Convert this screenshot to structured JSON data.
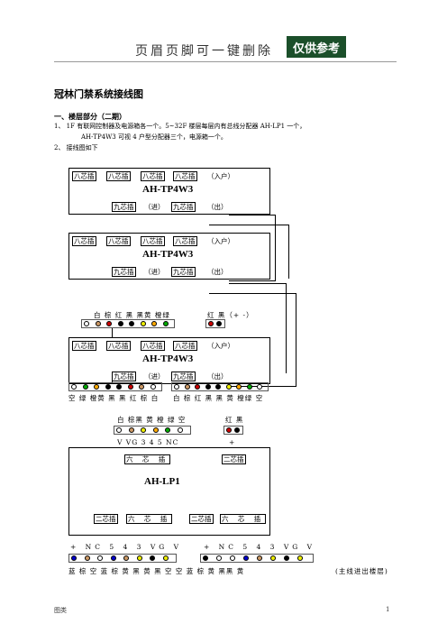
{
  "header": {
    "text": "页眉页脚可一键删除",
    "badge": "仅供参考"
  },
  "doc": {
    "title": "冠林门禁系统接线图",
    "section": "一、楼层部分（二期）",
    "p1a": "1、 1F 有联网控制器及电源箱各一个。5~32F 楼层每层内有总线分配器 AH-LP1 一个，",
    "p1b": "AH-TP4W3 可视 4 户型分配器三个，电源箱一个。",
    "p2": "2、 接线图如下"
  },
  "tp_box": {
    "top_cells": [
      "八芯插",
      "八芯插",
      "八芯插",
      "八芯插"
    ],
    "in_label": "（入户）",
    "model": "AH-TP4W3",
    "bottom_cells": [
      "九芯插",
      "九芯插"
    ],
    "bottom_in": "（进）",
    "bottom_out": "（出）"
  },
  "psu_row": {
    "colors_label": "白 棕 红 黑 黑黄 橙绿",
    "power_label": "红 黑（+ -）"
  },
  "nine_row": {
    "left_label": "空 绿 橙黄 黑 黑 红 棕 白",
    "right_label": "白 棕 红 黑 黑 黄 橙绿 空"
  },
  "mid_row": {
    "colors": "白 棕黑 黄 橙 绿  空",
    "power": "红  黑",
    "signals": "V  VG  3  4  5  NC",
    "plus": "+"
  },
  "lp_box": {
    "top_cells": [
      "六 芯 插",
      "二芯插"
    ],
    "model": "AH-LP1",
    "bottom_cells": [
      "二芯插",
      "六 芯 插",
      "二芯插",
      "六 芯 插"
    ]
  },
  "bottom": {
    "left_signals": "+  NC  5  4  3  VG  V",
    "right_signals": "+  NC  5  4  3  VG  V",
    "colors": "蓝 棕  空 蓝 棕 黄 黑 黄   黑 空  空 蓝 棕 黄 黑黑 黄",
    "note": "(主线进出楼层)"
  },
  "footer": {
    "left": "图类",
    "page": "1"
  }
}
